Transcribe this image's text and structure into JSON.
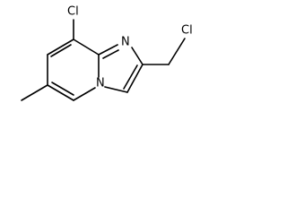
{
  "molecule": {
    "atoms": {
      "cl_top": "Cl",
      "n_imidazole": "N",
      "cl_side": "Cl",
      "n_bridge": "N"
    },
    "colors": {
      "bond": "#000000",
      "label": "#000000",
      "background": "#ffffff"
    }
  }
}
